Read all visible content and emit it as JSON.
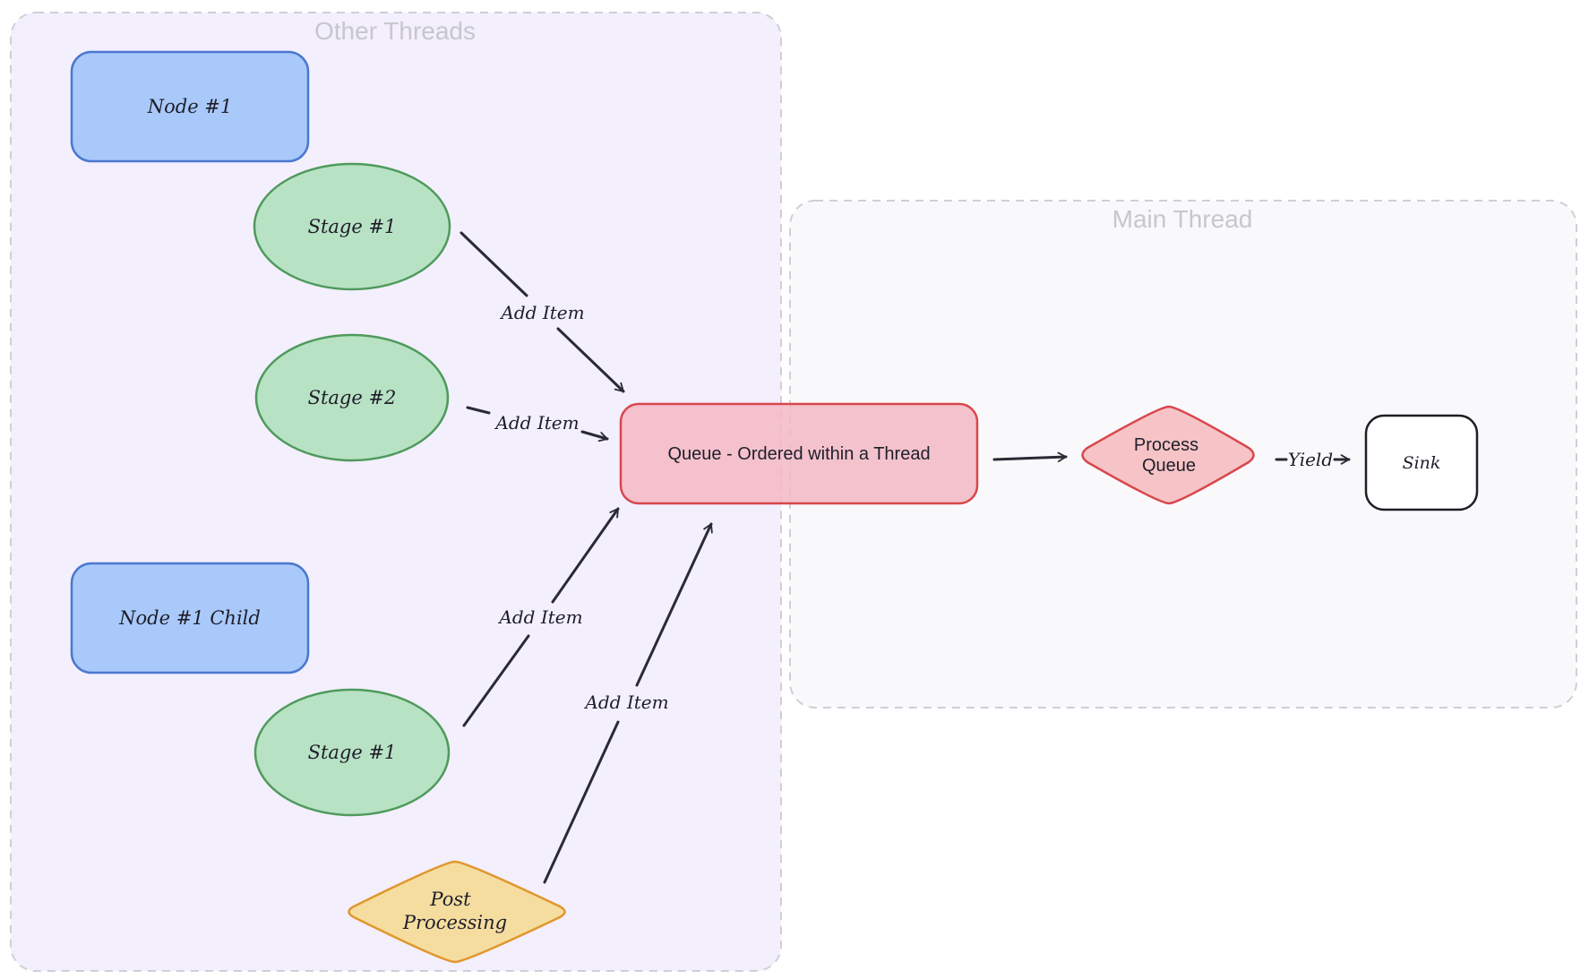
{
  "groups": {
    "other_threads": {
      "title": "Other Threads"
    },
    "main_thread": {
      "title": "Main Thread"
    }
  },
  "nodes": {
    "node1": "Node #1",
    "stage1_top": "Stage #1",
    "stage2": "Stage #2",
    "node1_child": "Node #1 Child",
    "stage1_bottom": "Stage #1",
    "post_processing_line1": "Post",
    "post_processing_line2": "Processing",
    "queue": "Queue - Ordered within a Thread",
    "process_queue_line1": "Process",
    "process_queue_line2": "Queue",
    "sink": "Sink"
  },
  "edges": {
    "stage1_top_to_queue": "Add Item",
    "stage2_to_queue": "Add Item",
    "stage1_bottom_to_queue": "Add Item",
    "post_to_queue": "Add Item",
    "process_to_sink": "Yield"
  },
  "colors": {
    "other_threads_fill": "#f3effd",
    "main_thread_fill": "#f8f8fa",
    "group_border": "#cfcfd6",
    "node_blue_fill": "#a9c9fa",
    "node_blue_stroke": "#4a78cf",
    "stage_green_fill": "#b8e2c4",
    "stage_green_stroke": "#4f9a5c",
    "post_yellow_fill": "#f5dda0",
    "post_yellow_stroke": "#e0962c",
    "queue_red_fill": "#f3b9c3",
    "queue_red_stroke": "#d8474d",
    "process_red_fill": "#f6c4c6",
    "sink_stroke": "#1e1e24"
  }
}
